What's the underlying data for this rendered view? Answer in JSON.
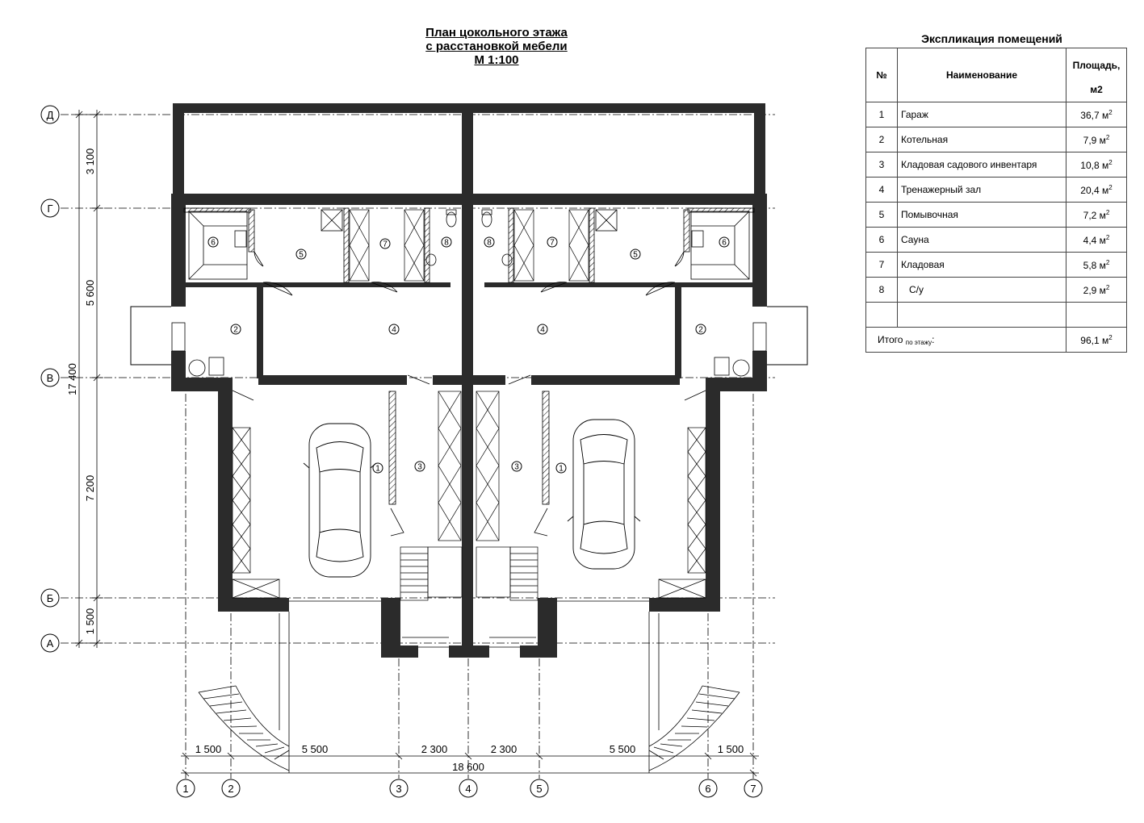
{
  "title": {
    "line1": "План цокольного этажа",
    "line2": "с расстановкой мебели",
    "line3": "М 1:100"
  },
  "explication": {
    "title": "Экспликация помещений",
    "headers": {
      "num": "№",
      "name": "Наименование",
      "area_line1": "Площадь,",
      "area_line2": "м2"
    },
    "rows": [
      {
        "num": "1",
        "name": "Гараж",
        "area": "36,7 м"
      },
      {
        "num": "2",
        "name": "Котельная",
        "area": "7,9 м"
      },
      {
        "num": "3",
        "name": "Кладовая садового инвентаря",
        "area": "10,8 м"
      },
      {
        "num": "4",
        "name": "Тренажерный зал",
        "area": "20,4 м"
      },
      {
        "num": "5",
        "name": "Помывочная",
        "area": "7,2 м"
      },
      {
        "num": "6",
        "name": "Сауна",
        "area": "4,4 м"
      },
      {
        "num": "7",
        "name": "Кладовая",
        "area": "5,8 м"
      },
      {
        "num": "8",
        "name": "С/у",
        "area": "2,9 м"
      }
    ],
    "area_unit_sup": "2",
    "total_label": "Итого",
    "total_sub": "по этажу",
    "total_colon": ":",
    "total_area": "96,1 м"
  },
  "axes": {
    "rows": [
      "Д",
      "Г",
      "В",
      "Б",
      "А"
    ],
    "cols": [
      "1",
      "2",
      "3",
      "4",
      "5",
      "6",
      "7"
    ]
  },
  "dimensions": {
    "vertical": [
      "3 100",
      "5 600",
      "7 200",
      "1 500"
    ],
    "vertical_total": "17 400",
    "horizontal": [
      "1 500",
      "5 500",
      "2 300",
      "2 300",
      "5 500",
      "1 500"
    ],
    "horizontal_total": "18 600"
  },
  "room_markers": [
    "6",
    "5",
    "7",
    "8",
    "8",
    "7",
    "5",
    "6",
    "2",
    "4",
    "4",
    "2",
    "1",
    "3",
    "3",
    "1"
  ]
}
